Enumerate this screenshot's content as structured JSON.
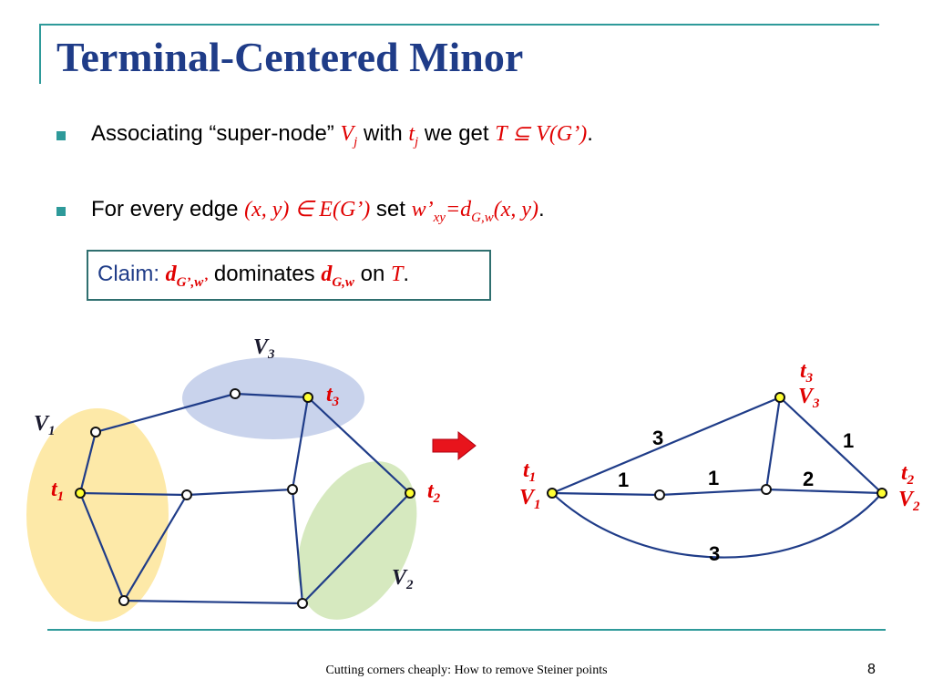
{
  "slide": {
    "title": "Terminal-Centered Minor",
    "bullet1": {
      "p1": "Associating “super-node” ",
      "v": "V",
      "v_sub": "j",
      "p2": " with ",
      "t": "t",
      "t_sub": "j",
      "p3": " we get ",
      "formula": "T ⊆ V(G’)",
      "p4": "."
    },
    "bullet2": {
      "p1": "For every edge ",
      "formula1": "(x, y) ∈ E(G’)",
      "p2": " set ",
      "w": "w’",
      "w_sub": "xy",
      "eq": "=",
      "d": "d",
      "d_sub": "G,w",
      "args": "(x, y)",
      "p3": "."
    },
    "claim": {
      "label": "Claim: ",
      "d1": "d",
      "d1_sub": "G’,w’",
      "mid": " dominates ",
      "d2": "d",
      "d2_sub": "G,w",
      "on": " on ",
      "T": "T",
      "end": "."
    },
    "footer": "Cutting corners cheaply: How to remove Steiner points",
    "page_number": "8"
  },
  "diagram": {
    "left_labels": {
      "V1": "V",
      "V1_sub": "1",
      "V2": "V",
      "V2_sub": "2",
      "V3": "V",
      "V3_sub": "3",
      "t1": "t",
      "t1_sub": "1",
      "t2": "t",
      "t2_sub": "2",
      "t3": "t",
      "t3_sub": "3"
    },
    "right_labels": {
      "t1": "t",
      "t1_sub": "1",
      "V1": "V",
      "V1_sub": "1",
      "t2": "t",
      "t2_sub": "2",
      "V2": "V",
      "V2_sub": "2",
      "t3": "t",
      "t3_sub": "3",
      "V3": "V",
      "V3_sub": "3"
    },
    "edge_weights": {
      "top_left": "3",
      "top_right": "1",
      "mid_left": "1",
      "mid_center": "1",
      "mid_right": "2",
      "bottom": "3"
    },
    "colors": {
      "edge": "#1f3c88",
      "terminal_fill": "#ffff33",
      "region_V1": "#fde9a8",
      "region_V2": "#d6e9bf",
      "region_V3": "#c9d3ec",
      "arrow": "#e8141c",
      "label": "#e00000"
    }
  }
}
